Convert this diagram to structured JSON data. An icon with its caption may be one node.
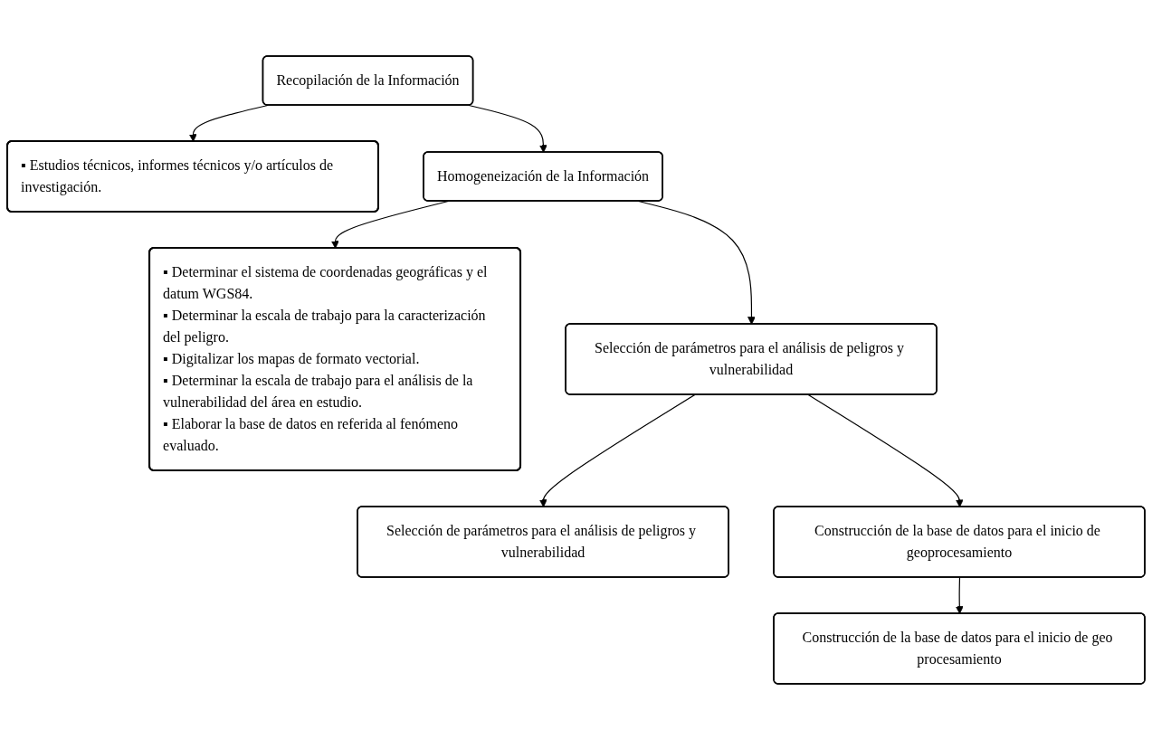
{
  "diagram": {
    "nodes": [
      {
        "text": [
          "Recopilación de la Información"
        ]
      },
      {
        "text": [
          "▪ Estudios técnicos, informes técnicos y/o artículos de investigación."
        ]
      },
      {
        "text": [
          "Homogeneización de la Información"
        ]
      },
      {
        "text": [
          "▪ Determinar el sistema de coordenadas geográficas y el datum WGS84.",
          "▪ Determinar la escala de trabajo para la caracterización del peligro.",
          "▪ Digitalizar los mapas de formato vectorial.",
          "▪ Determinar la escala de trabajo para el análisis de la vulnerabilidad del área en estudio.",
          "▪ Elaborar la base de datos en referida al fenómeno evaluado."
        ]
      },
      {
        "text": [
          "Selección de parámetros para el análisis de peligros y vulnerabilidad"
        ]
      },
      {
        "text": [
          "Selección de parámetros para el análisis de peligros y vulnerabilidad"
        ]
      },
      {
        "text": [
          "Construcción de la base de datos para el inicio de geoprocesamiento"
        ]
      },
      {
        "text": [
          "Construcción de la base de datos para el inicio de geo procesamiento"
        ]
      }
    ],
    "edges": [
      {
        "from": 0,
        "to": 1,
        "arrow": "to"
      },
      {
        "from": 0,
        "to": 2,
        "arrow": "to"
      },
      {
        "from": 2,
        "to": 3,
        "arrow": "to"
      },
      {
        "from": 2,
        "to": 4,
        "arrow": "to"
      },
      {
        "from": 4,
        "to": 5,
        "arrow": "to"
      },
      {
        "from": 4,
        "to": 6,
        "arrow": "to"
      },
      {
        "from": 6,
        "to": 7,
        "arrow": "to"
      }
    ]
  }
}
